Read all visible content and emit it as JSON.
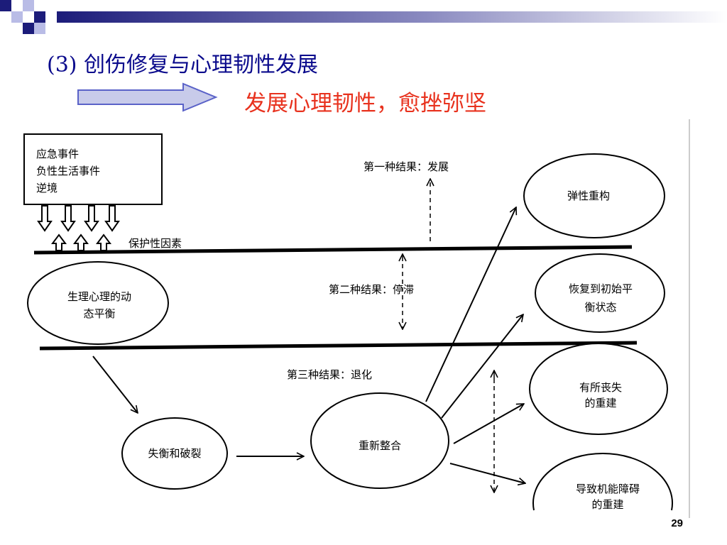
{
  "slide": {
    "title": "(3) 创伤修复与心理韧性发展",
    "subtitle": "发展心理韧性，愈挫弥坚",
    "page_number": "29"
  },
  "colors": {
    "title": "#0a0a8c",
    "subtitle": "#e8321e",
    "arrow_fill": "#c8cbea",
    "arrow_stroke": "#5a62c8",
    "header_bar": "#1c1c7a"
  },
  "diagram": {
    "stressors": [
      "应急事件",
      "负性生活事件",
      "逆境"
    ],
    "protective_label": "保护性因素",
    "balance_node": [
      "生理心理的动",
      "态平衡"
    ],
    "disruption_node": "失衡和破裂",
    "reintegration_node": "重新整合",
    "outcome_growth_label": "第一种结果：发展",
    "outcome_stagnation_label": "第二种结果：停滞",
    "outcome_regression_label": "第三种结果：退化",
    "resilient_node": "弹性重构",
    "recovery_node": [
      "恢复到初始平",
      "衡状态"
    ],
    "loss_node": [
      "有所丧失",
      "的重建"
    ],
    "dysfunction_node": [
      "导致机能障碍",
      "的重建"
    ]
  }
}
